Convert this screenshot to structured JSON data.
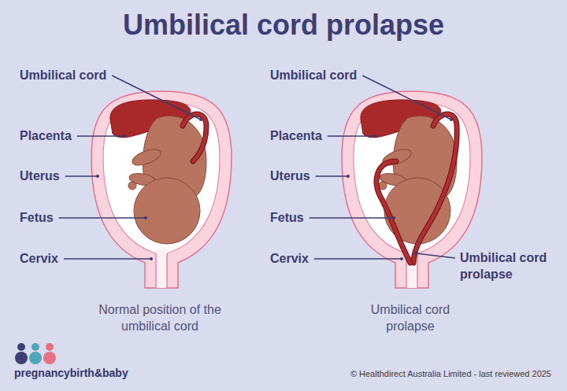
{
  "diagram": {
    "title": "Umbilical cord prolapse",
    "labels": [
      "Umbilical cord",
      "Placenta",
      "Uterus",
      "Fetus",
      "Cervix",
      "Normal position of the umbilical cord",
      "Umbilical cord",
      "Placenta",
      "Uterus",
      "Fetus",
      "Cervix",
      "Umbilical cord prolapse",
      "Umbilical cord prolapse",
      "pregnancybirth&baby",
      "© Healthdirect Australia Limited - last reviewed 2025"
    ]
  }
}
